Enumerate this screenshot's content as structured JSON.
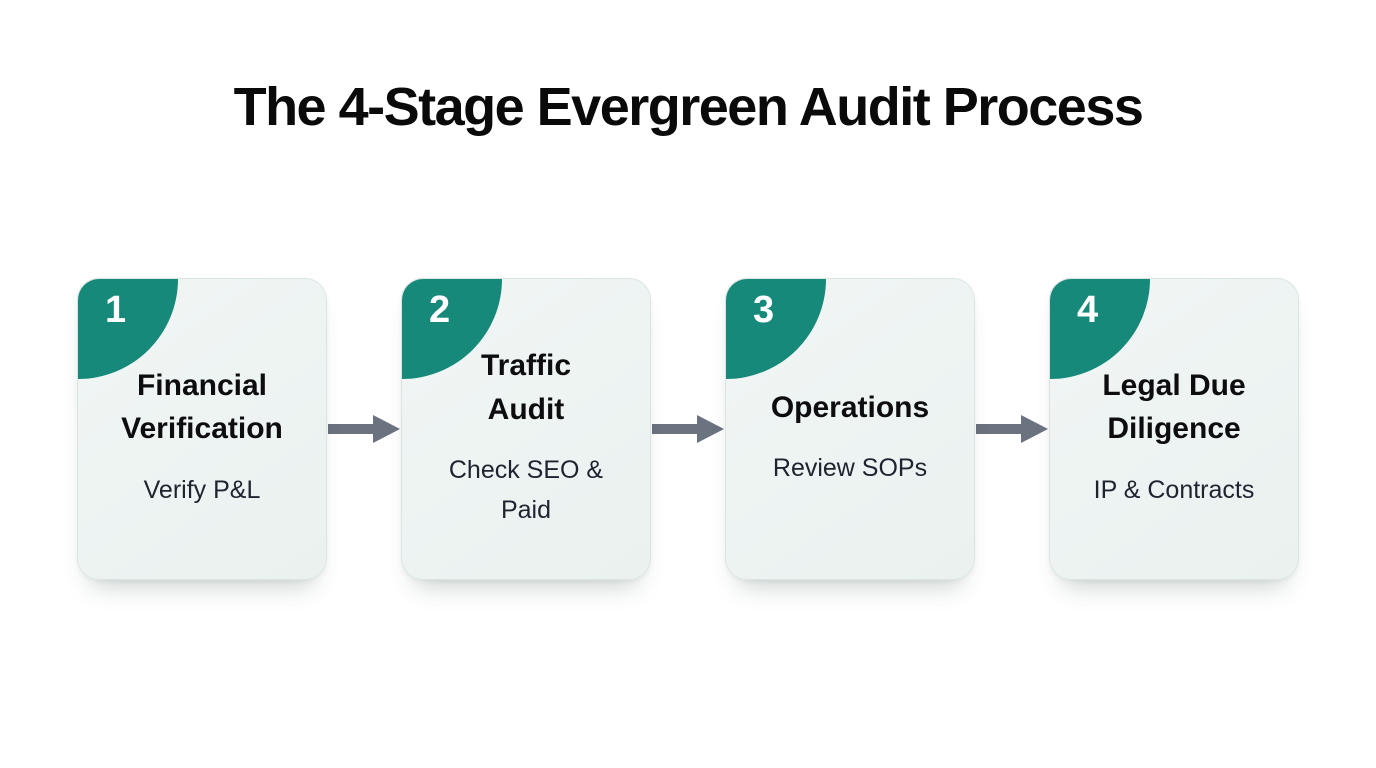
{
  "page": {
    "title": "The 4-Stage Evergreen Audit Process"
  },
  "colors": {
    "accent_teal": "#16897a",
    "arrow_gray": "#6b7280",
    "card_background": "#edf3f2",
    "card_border": "#dbe6e3",
    "title_text": "#0a0a0b",
    "badge_number_text": "#ffffff"
  },
  "stages": [
    {
      "number": "1",
      "title": "Financial\nVerification",
      "subtitle": "Verify P&L"
    },
    {
      "number": "2",
      "title": "Traffic\nAudit",
      "subtitle": "Check SEO &\nPaid"
    },
    {
      "number": "3",
      "title": "Operations",
      "subtitle": "Review SOPs"
    },
    {
      "number": "4",
      "title": "Legal Due\nDiligence",
      "subtitle": "IP & Contracts"
    }
  ],
  "connector": {
    "icon": "arrow-right-icon",
    "direction": "right"
  }
}
